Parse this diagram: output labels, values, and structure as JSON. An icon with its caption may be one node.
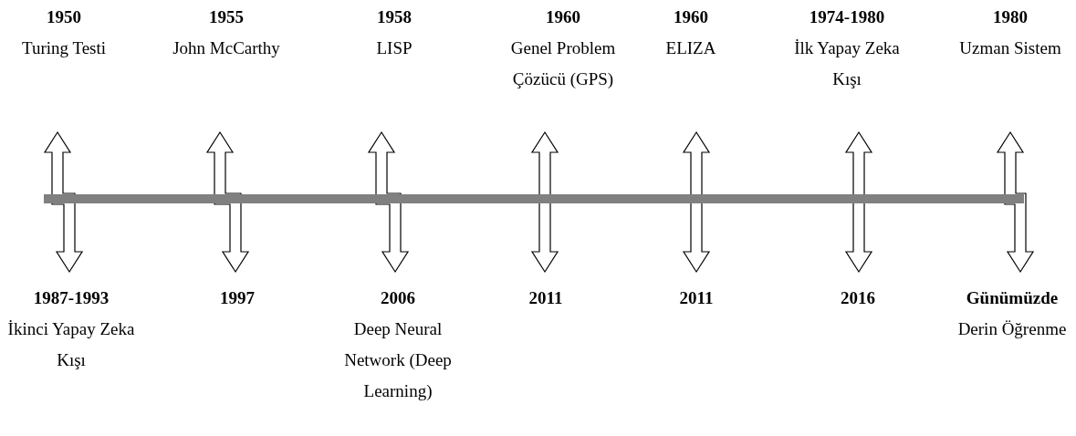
{
  "diagram": {
    "nodes": [
      {
        "text": [
          "1950",
          "Turing Testi"
        ]
      },
      {
        "text": [
          "1955",
          "John McCarthy"
        ]
      },
      {
        "text": [
          "1958",
          "LISP"
        ]
      },
      {
        "text": [
          "1960",
          "Genel Problem Çözücü (GPS)"
        ]
      },
      {
        "text": [
          "1960",
          "ELIZA"
        ]
      },
      {
        "text": [
          "1974-1980",
          "İlk Yapay Zeka Kışı"
        ]
      },
      {
        "text": [
          "1980",
          "Uzman Sistem"
        ]
      },
      {
        "text": [
          "1987-1993",
          "İkinci Yapay Zeka Kışı"
        ]
      },
      {
        "text": [
          "1997"
        ]
      },
      {
        "text": [
          "2006",
          "Deep Neural Network (Deep Learning)"
        ]
      },
      {
        "text": [
          "2011"
        ]
      },
      {
        "text": [
          "2011"
        ]
      },
      {
        "text": [
          "2016"
        ]
      },
      {
        "text": [
          "Günümüzde",
          "Derin Öğrenme"
        ]
      }
    ],
    "edges": [
      {
        "from": 0,
        "to": 7,
        "arrow": "both"
      },
      {
        "from": 1,
        "to": 8,
        "arrow": "both"
      },
      {
        "from": 2,
        "to": 9,
        "arrow": "both"
      },
      {
        "from": 3,
        "to": 10,
        "arrow": "both"
      },
      {
        "from": 4,
        "to": 11,
        "arrow": "both"
      },
      {
        "from": 5,
        "to": 12,
        "arrow": "both"
      },
      {
        "from": 6,
        "to": 13,
        "arrow": "both"
      }
    ]
  }
}
